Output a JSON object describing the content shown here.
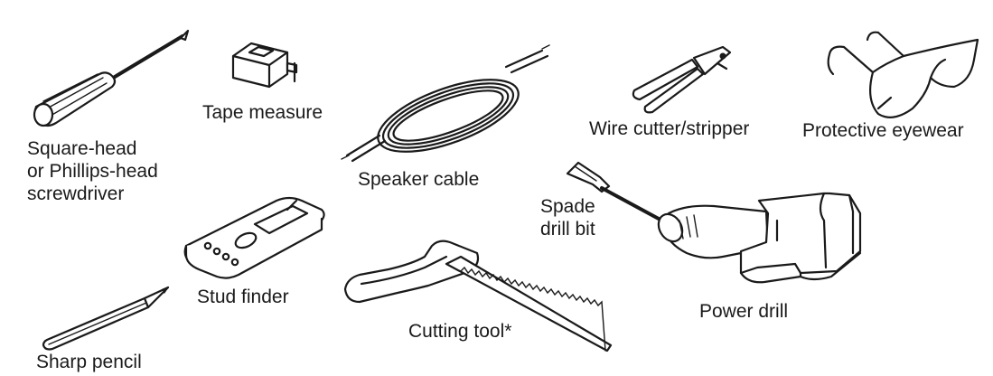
{
  "tools": {
    "screwdriver": {
      "label_lines": [
        "Square-head",
        "or Phillips-head",
        "screwdriver"
      ]
    },
    "tape_measure": {
      "label": "Tape measure"
    },
    "speaker_cable": {
      "label": "Speaker cable"
    },
    "wire_cutter": {
      "label": "Wire cutter/stripper"
    },
    "eyewear": {
      "label": "Protective eyewear"
    },
    "stud_finder": {
      "label": "Stud finder"
    },
    "spade_bit": {
      "label_lines": [
        "Spade",
        "drill bit"
      ]
    },
    "cutting_tool": {
      "label": "Cutting tool*"
    },
    "power_drill": {
      "label": "Power drill"
    },
    "pencil": {
      "label": "Sharp pencil"
    }
  },
  "colors": {
    "ink": "#1a1a1a",
    "background": "#ffffff"
  }
}
